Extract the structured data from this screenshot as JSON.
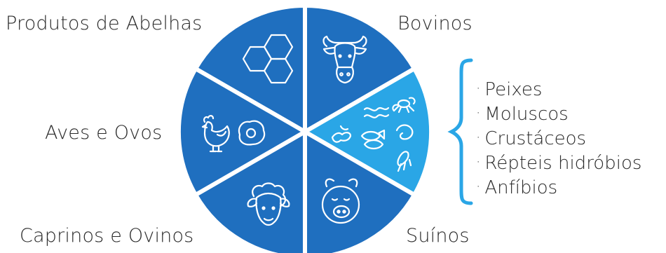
{
  "segments": [
    {
      "label": "Produtos de Abelhas",
      "icon": "honeycomb-icon",
      "color": "#1f6fbf"
    },
    {
      "label": "Bovinos",
      "icon": "cow-head-icon",
      "color": "#1f6fbf"
    },
    {
      "label": "",
      "icon": "aquatic-animals-icon",
      "color": "#2aa6e6"
    },
    {
      "label": "Suínos",
      "icon": "pig-head-icon",
      "color": "#1f6fbf"
    },
    {
      "label": "Caprinos e Ovinos",
      "icon": "sheep-head-icon",
      "color": "#1f6fbf"
    },
    {
      "label": "Aves e Ovos",
      "icon": "chicken-egg-icon",
      "color": "#1f6fbf"
    }
  ],
  "aquatic_list": {
    "bullet": "·",
    "items": [
      "Peixes",
      "Moluscos",
      "Crustáceos",
      "Répteis hidróbios",
      "Anfíbios"
    ],
    "brace_color": "#2aa6e6"
  }
}
